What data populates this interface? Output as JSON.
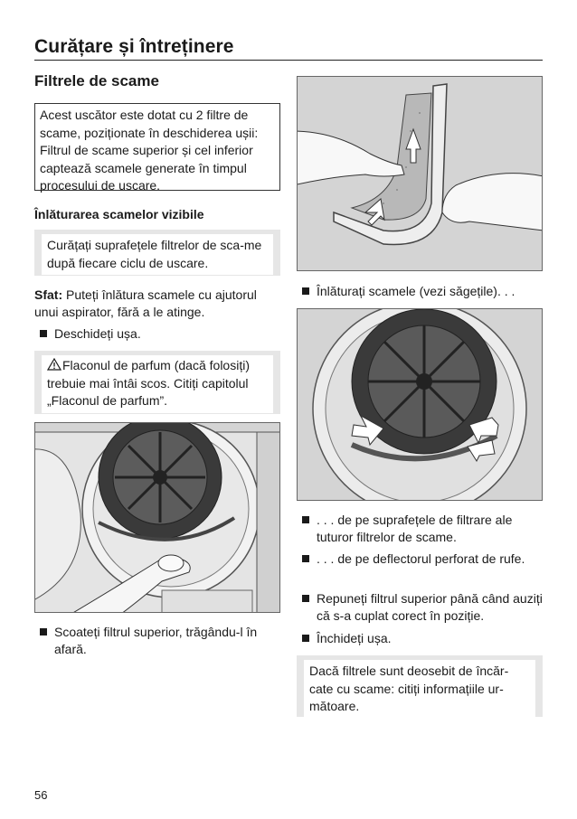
{
  "page": {
    "title": "Curățare și întreținere",
    "section": "Filtrele de scame",
    "number": "56"
  },
  "left": {
    "intro_box": "Acest uscător este dotat cu 2 filtre de scame, poziționate în deschiderea ușii: Filtrul de scame superior și cel inferior captează scamele generate în timpul procesului de uscare.",
    "subheading": "Înlăturarea scamelor vizibile",
    "note1": "Curățați suprafețele filtrelor de sca-me după fiecare ciclu de uscare.",
    "tip_label": "Sfat:",
    "tip_text": " Puteți înlătura scamele cu ajutorul unui aspirator, fără a le atinge.",
    "step_open": "Deschideți ușa.",
    "warning": "Flaconul de parfum (dacă folosiți) trebuie mai întâi scos. Citiți capitolul „Flaconul de parfum”.",
    "step_remove": "Scoateți filtrul superior, trăgându-l în afară."
  },
  "right": {
    "step_lint": "Înlăturați scamele (vezi săgețile). . .",
    "step_surfaces": ". . . de pe suprafețele de filtrare ale tuturor filtrelor de scame.",
    "step_deflector": ". . . de pe deflectorul perforat de rufe.",
    "step_replace": "Repuneți filtrul superior până când auziți că s-a cuplat corect în poziție.",
    "step_close": "Închideți ușa.",
    "note2": "Dacă filtrele sunt deosebit de încăr-cate cu scame: citiți informațiile ur-mătoare."
  },
  "icons": {
    "warning": "warning-triangle-icon",
    "bullet": "square-bullet-icon"
  }
}
